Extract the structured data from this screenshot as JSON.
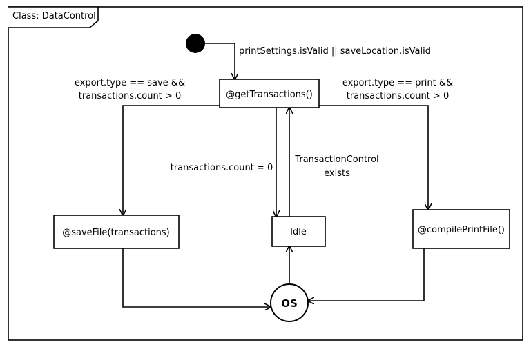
{
  "frame": {
    "label": "Class: DataControl"
  },
  "states": {
    "get_transactions": "@getTransactions()",
    "save_file": "@saveFile(transactions)",
    "idle": "Idle",
    "compile_print": "@compilePrintFile()",
    "os": "OS"
  },
  "transitions": {
    "initial_guard": "printSettings.isValid || saveLocation.isValid",
    "save_guard_line1": "export.type == save &&",
    "save_guard_line2": "transactions.count > 0",
    "print_guard_line1": "export.type == print &&",
    "print_guard_line2": "transactions.count > 0",
    "empty_guard": "transactions.count = 0",
    "tc_line1": "TransactionControl",
    "tc_line2": "exists"
  }
}
